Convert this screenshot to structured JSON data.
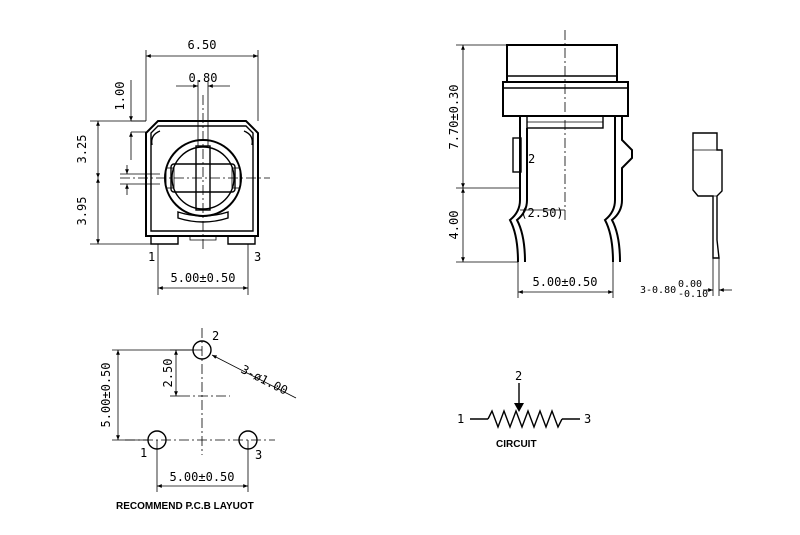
{
  "front_view": {
    "width_dim": "6.50",
    "slot_dim": "0.80",
    "top_dim": "1.00",
    "upper_dim": "3.25",
    "lower_dim": "3.95",
    "pin_pitch": "5.00±0.50",
    "pin1": "1",
    "pin3": "3"
  },
  "side_view": {
    "height_dim": "7.70±0.30",
    "leg_dim": "4.00",
    "ref_dim": "(2.50)",
    "pin2": "2",
    "pin_pitch": "5.00±0.50"
  },
  "pin_view": {
    "tol_base": "3-0.80",
    "tol_upper": "0.00",
    "tol_lower": "-0.10"
  },
  "pcb_layout": {
    "pin1": "1",
    "pin2": "2",
    "pin3": "3",
    "hole_dim": "3-ø1.00",
    "offset_dim": "2.50",
    "vert_dim": "5.00±0.50",
    "horiz_dim": "5.00±0.50",
    "caption": "RECOMMEND P.C.B LAYUOT"
  },
  "circuit": {
    "pin1": "1",
    "pin2": "2",
    "pin3": "3",
    "caption": "CIRCUIT"
  }
}
